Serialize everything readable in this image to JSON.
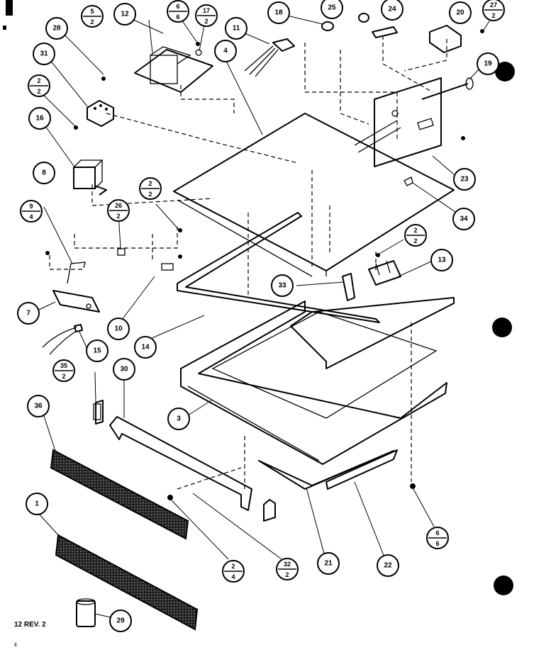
{
  "document": {
    "revision_label": "12 REV. 2"
  },
  "callouts": [
    {
      "id": "c28",
      "text": "28"
    },
    {
      "id": "c12",
      "text": "12"
    },
    {
      "id": "c11",
      "text": "11"
    },
    {
      "id": "c18",
      "text": "18"
    },
    {
      "id": "c25",
      "text": "25"
    },
    {
      "id": "c24",
      "text": "24"
    },
    {
      "id": "c20",
      "text": "20"
    },
    {
      "id": "c31",
      "text": "31"
    },
    {
      "id": "c4",
      "text": "4"
    },
    {
      "id": "c19",
      "text": "19"
    },
    {
      "id": "c16",
      "text": "16"
    },
    {
      "id": "c8",
      "text": "8"
    },
    {
      "id": "c23",
      "text": "23"
    },
    {
      "id": "c34",
      "text": "34"
    },
    {
      "id": "c13",
      "text": "13"
    },
    {
      "id": "c33",
      "text": "33"
    },
    {
      "id": "c7",
      "text": "7"
    },
    {
      "id": "c10",
      "text": "10"
    },
    {
      "id": "c14",
      "text": "14"
    },
    {
      "id": "c15",
      "text": "15"
    },
    {
      "id": "c30",
      "text": "30"
    },
    {
      "id": "c36",
      "text": "36"
    },
    {
      "id": "c3",
      "text": "3"
    },
    {
      "id": "c1",
      "text": "1"
    },
    {
      "id": "c21",
      "text": "21"
    },
    {
      "id": "c22",
      "text": "22"
    },
    {
      "id": "c29",
      "text": "29"
    }
  ],
  "fraction_callouts": [
    {
      "id": "f5_2",
      "top": "5",
      "bottom": "2"
    },
    {
      "id": "f6_6a",
      "top": "6",
      "bottom": "6"
    },
    {
      "id": "f17_2",
      "top": "17",
      "bottom": "2"
    },
    {
      "id": "f27_2",
      "top": "27",
      "bottom": "2"
    },
    {
      "id": "f2_2a",
      "top": "2",
      "bottom": "2"
    },
    {
      "id": "f2_2b",
      "top": "2",
      "bottom": "2"
    },
    {
      "id": "f26_2",
      "top": "26",
      "bottom": "2"
    },
    {
      "id": "f9_4",
      "top": "9",
      "bottom": "4"
    },
    {
      "id": "f2_2c",
      "top": "2",
      "bottom": "2"
    },
    {
      "id": "f35_2",
      "top": "35",
      "bottom": "2"
    },
    {
      "id": "f2_4",
      "top": "2",
      "bottom": "4"
    },
    {
      "id": "f32_2",
      "top": "32",
      "bottom": "2"
    },
    {
      "id": "f6_6b",
      "top": "6",
      "bottom": "6"
    }
  ]
}
